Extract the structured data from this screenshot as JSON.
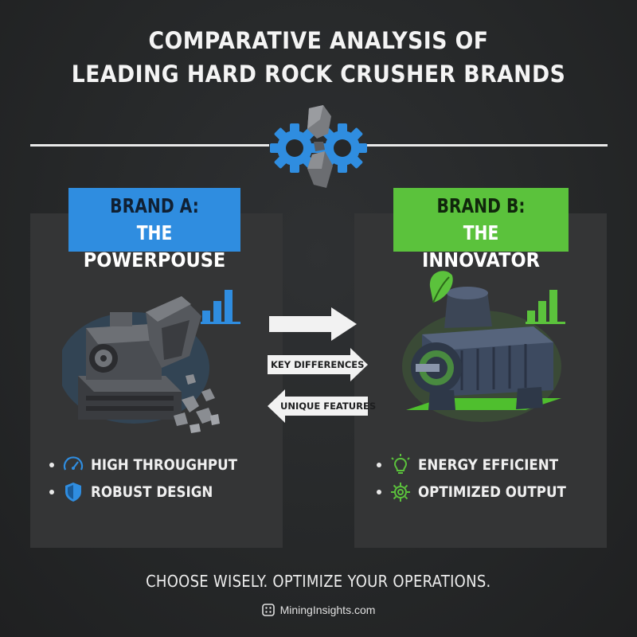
{
  "header": {
    "title_line1": "COMPARATIVE ANALYSIS OF",
    "title_line2": "LEADING HARD ROCK CRUSHER BRANDS"
  },
  "brand_a": {
    "badge_prefix": "BRAND A:",
    "badge_suffix": "THE",
    "badge_line2": "POWERPOUSE",
    "color": "#2f8de0",
    "image_icon": "jaw-crusher-machine",
    "features": [
      {
        "icon": "speedometer-icon",
        "label": "HIGH THROUGHPUT"
      },
      {
        "icon": "shield-icon",
        "label": "ROBUST DESIGN"
      }
    ]
  },
  "brand_b": {
    "badge_prefix": "BRAND B:",
    "badge_suffix": "THE",
    "badge_line2": "INNOVATOR",
    "color": "#5bc23c",
    "image_icon": "eco-electric-motor",
    "features": [
      {
        "icon": "lightbulb-icon",
        "label": "ENERGY EFFICIENT"
      },
      {
        "icon": "gear-icon",
        "label": "OPTIMIZED OUTPUT"
      }
    ]
  },
  "center": {
    "arrow_mid_label": "KEY DIFFERENCES",
    "arrow_bot_label": "UNIQUE FEATURES"
  },
  "footer": {
    "tagline": "CHOOSE WISELY. OPTIMIZE YOUR OPERATIONS.",
    "site": "MiningInsights.com"
  }
}
